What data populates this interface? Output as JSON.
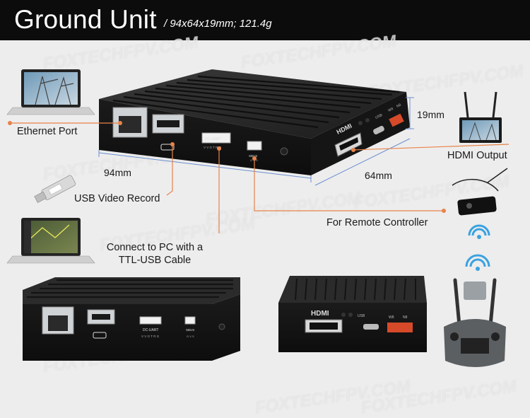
{
  "header": {
    "title": "Ground Unit",
    "specs": "/ 94x64x19mm; 121.4g"
  },
  "dimensions": {
    "length": "94mm",
    "width": "64mm",
    "height": "19mm"
  },
  "callouts": {
    "ethernet": "Ethernet Port",
    "usb_record": "USB Video Record",
    "connect_pc_line1": "Connect to PC with a",
    "connect_pc_line2": "TTL-USB Cable",
    "remote": "For Remote Controller",
    "hdmi_output": "HDMI Output"
  },
  "device_labels": {
    "hdmi": "HDMI",
    "usb": "USB",
    "dc_uart": "DC-UART",
    "dc_uart_pins": "V V G T R G",
    "sbus": "SBUS",
    "sbus_pins": "G V S",
    "switch_left": "W8",
    "switch_right": "N8"
  },
  "watermark": "FOXTECHFPV.COM",
  "colors": {
    "leader_line": "#e8834a",
    "dim_line": "#6a8fd0",
    "header_bg": "#0c0c0c"
  }
}
